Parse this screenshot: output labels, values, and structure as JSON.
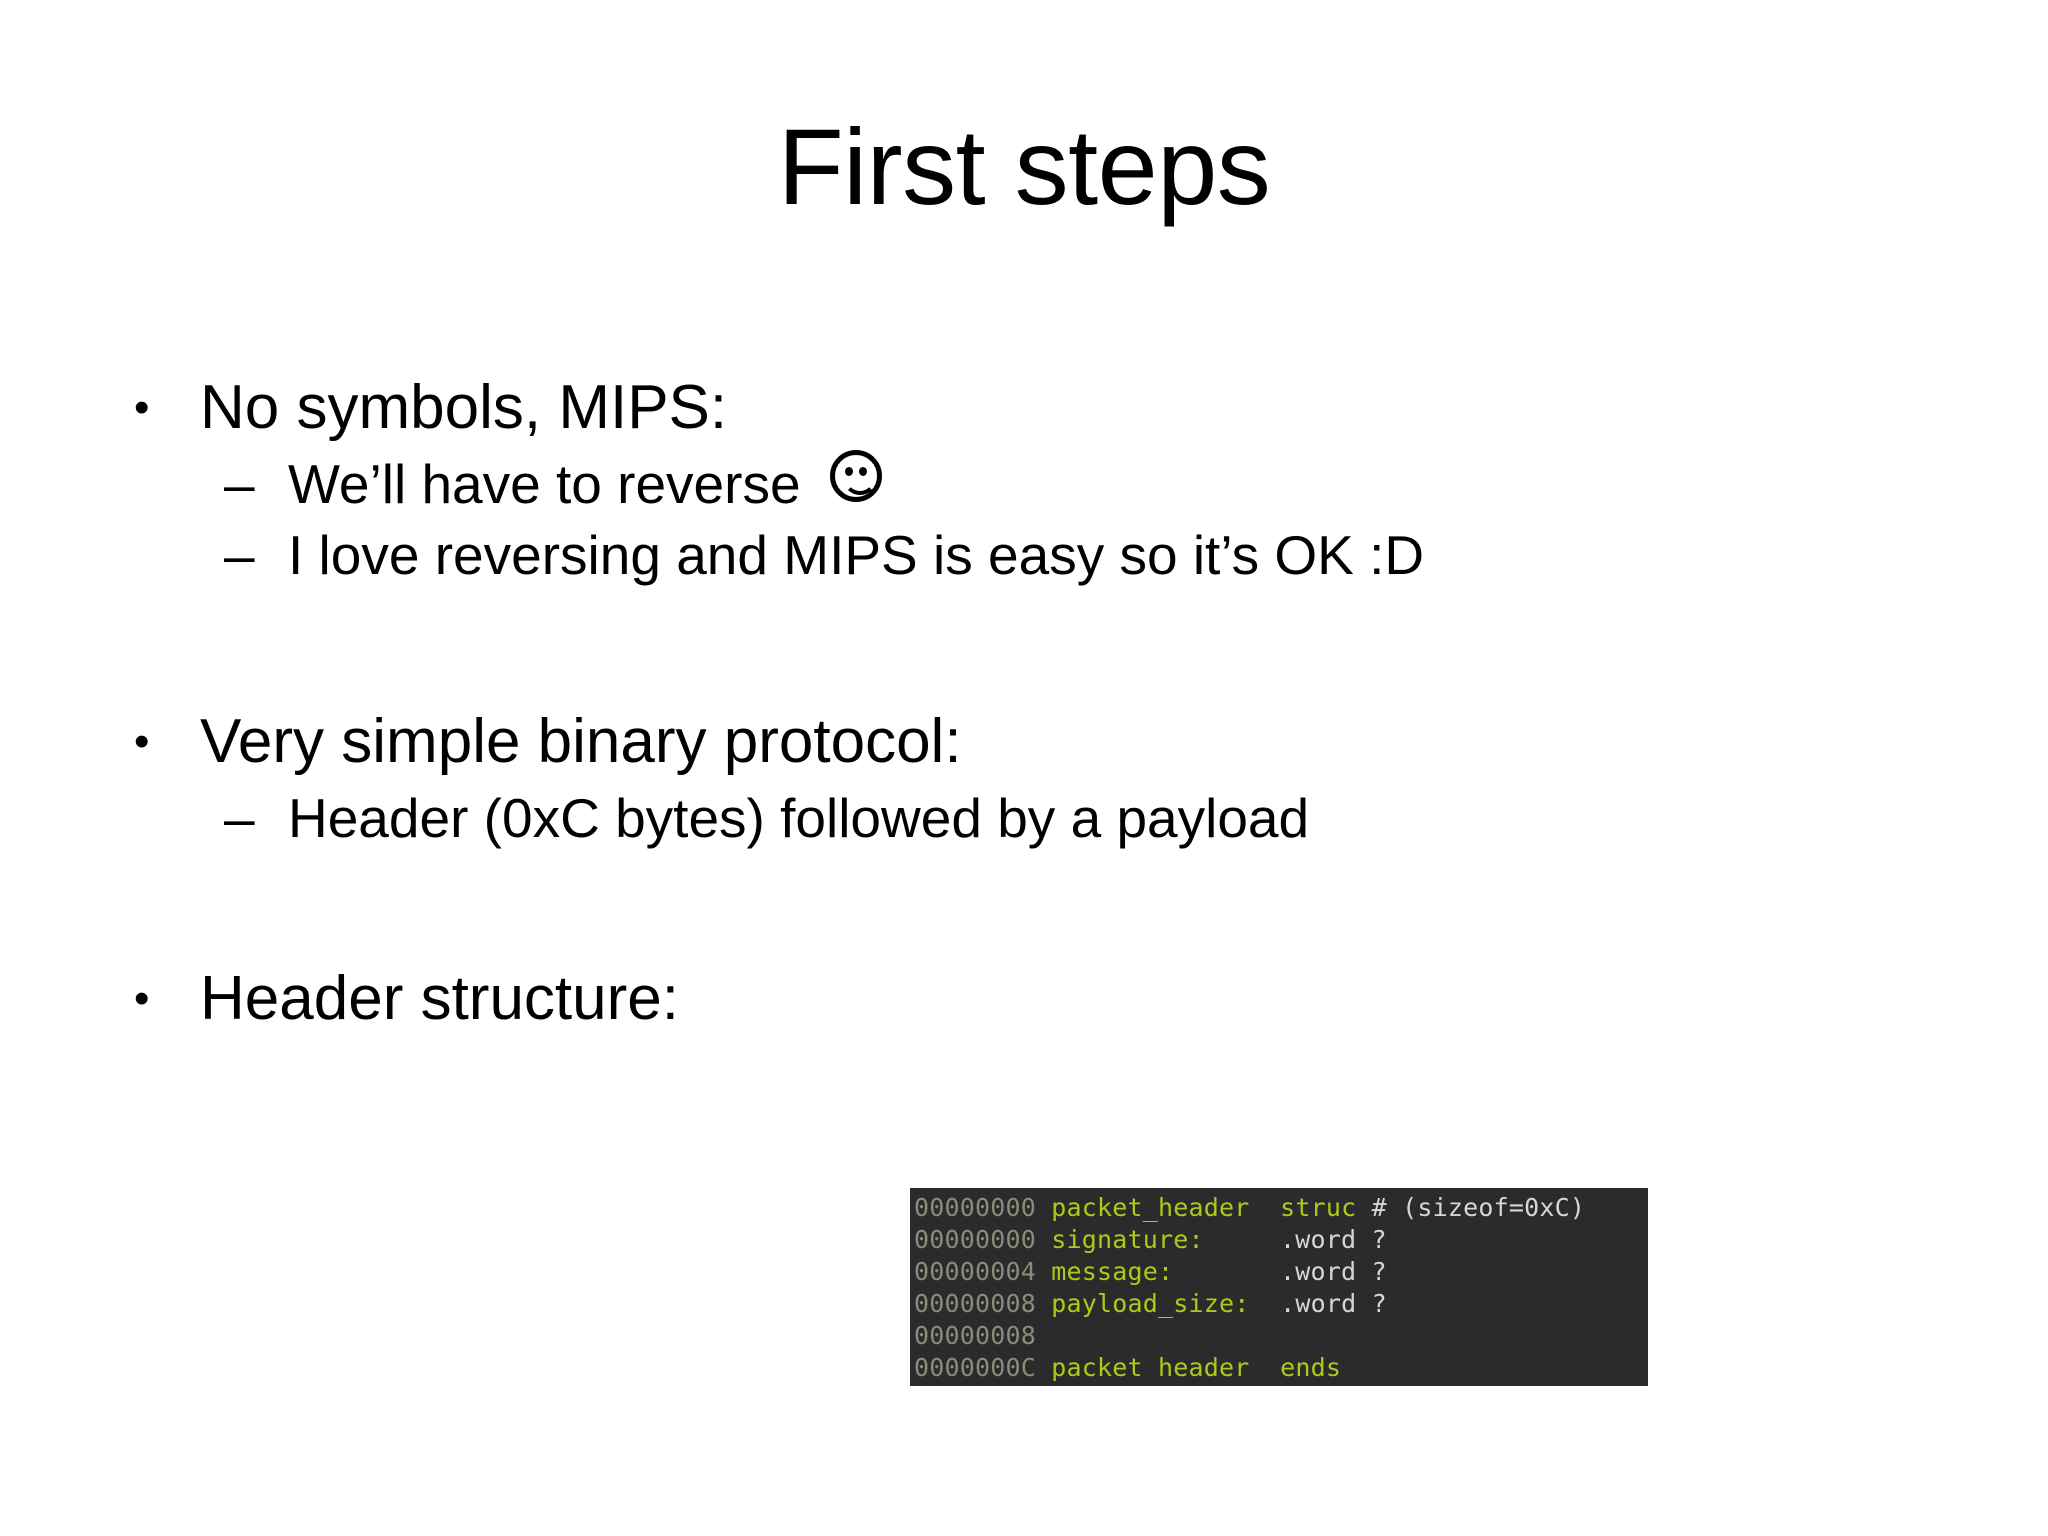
{
  "slide": {
    "title": "First steps",
    "background_color": "#ffffff",
    "text_color": "#000000",
    "bullets": [
      {
        "level": 1,
        "marker": "•",
        "text": "No symbols, MIPS:"
      },
      {
        "level": 2,
        "marker": "–",
        "text": "We’ll have to reverse ",
        "trailing_icon": "smiley-face"
      },
      {
        "level": 2,
        "marker": "–",
        "text": "I love reversing and MIPS is easy so it’s OK :D"
      },
      {
        "level": 1,
        "marker": "•",
        "text": "Very simple binary protocol:"
      },
      {
        "level": 2,
        "marker": "–",
        "text": "Header (0xC bytes) followed by a payload"
      },
      {
        "level": 1,
        "marker": "•",
        "text": "Header structure:"
      }
    ]
  },
  "code_block": {
    "background_color": "#2b2b2b",
    "address_color": "#8b8b78",
    "symbol_color": "#a9cc1b",
    "directive_color": "#d6d6d6",
    "lines": [
      {
        "address": "00000000",
        "name": "packet_header",
        "name_pad": "  ",
        "directive": "struc",
        "comment": " # (sizeof=0xC)"
      },
      {
        "address": "00000000",
        "name": "signature:",
        "name_pad": "      ",
        "directive": ".word ?",
        "comment": ""
      },
      {
        "address": "00000004",
        "name": "message:",
        "name_pad": "        ",
        "directive": ".word ?",
        "comment": ""
      },
      {
        "address": "00000008",
        "name": "payload_size:",
        "name_pad": "  ",
        "directive": ".word ?",
        "comment": ""
      },
      {
        "address": "00000008",
        "name": "",
        "name_pad": "",
        "directive": "",
        "comment": ""
      },
      {
        "address": "0000000C",
        "name": "packet header",
        "name_pad": "  ",
        "directive": "ends",
        "comment": ""
      }
    ]
  }
}
